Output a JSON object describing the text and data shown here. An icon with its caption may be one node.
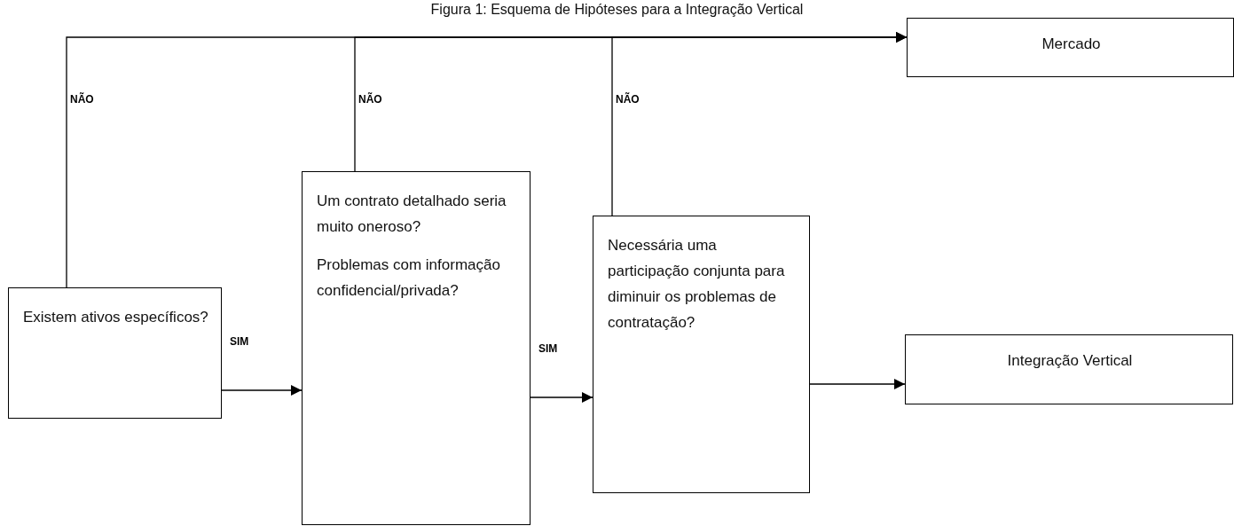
{
  "diagram": {
    "title": "Figura 1: Esquema de Hipóteses para a Integração Vertical",
    "nodes": [
      {
        "text": [
          "Existem ativos específicos?"
        ]
      },
      {
        "text": [
          "Um contrato detalhado seria muito oneroso?",
          "Problemas com informação confidencial/privada?"
        ]
      },
      {
        "text": [
          "Necessária uma participação conjunta para diminuir os problemas de contratação?"
        ]
      },
      {
        "text": [
          "Mercado"
        ]
      },
      {
        "text": [
          "Integração Vertical"
        ]
      }
    ],
    "edges": [
      {
        "from": 0,
        "to": 3,
        "arrow": "to",
        "label": "NÃO"
      },
      {
        "from": 1,
        "to": 3,
        "arrow": "to",
        "label": "NÃO"
      },
      {
        "from": 2,
        "to": 3,
        "arrow": "to",
        "label": "NÃO"
      },
      {
        "from": 0,
        "to": 1,
        "arrow": "to",
        "label": "SIM"
      },
      {
        "from": 1,
        "to": 2,
        "arrow": "to",
        "label": "SIM"
      },
      {
        "from": 2,
        "to": 4,
        "arrow": "to"
      }
    ]
  }
}
